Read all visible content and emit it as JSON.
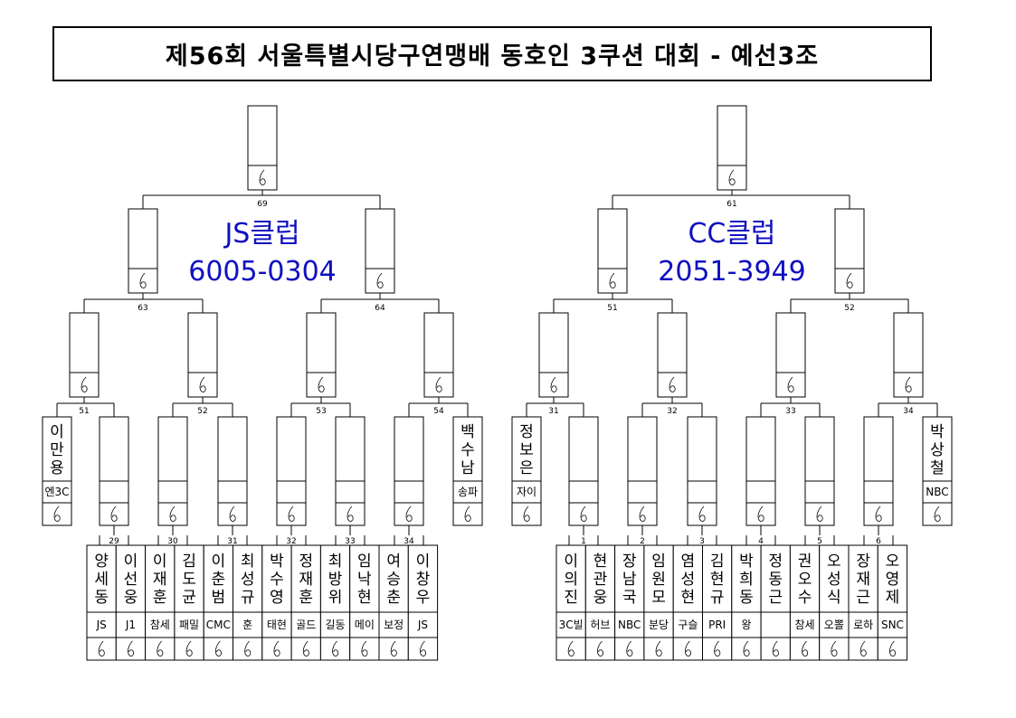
{
  "title": "제56회 서울특별시당구연맹배 동호인 3쿠션 대회 - 예선3조",
  "left_bracket": {
    "club_name": "JS클럽",
    "club_phone": "6005-0304",
    "final_match_no": "69",
    "semi_match_nos": [
      "63",
      "64"
    ],
    "quarter_match_nos": [
      "51",
      "52",
      "53",
      "54"
    ],
    "r16_match_nos": [
      "29",
      "30",
      "31",
      "32",
      "33",
      "34"
    ],
    "bye_players": [
      {
        "name": "이만용",
        "club": "엔3C"
      },
      {
        "name": "백수남",
        "club": "송파"
      }
    ],
    "players": [
      {
        "name": "양세동",
        "club": "JS"
      },
      {
        "name": "이선웅",
        "club": "J1"
      },
      {
        "name": "이재훈",
        "club": "참세"
      },
      {
        "name": "김도균",
        "club": "패밀"
      },
      {
        "name": "이춘범",
        "club": "CMC"
      },
      {
        "name": "최성규",
        "club": "훈"
      },
      {
        "name": "박수영",
        "club": "태현"
      },
      {
        "name": "정재훈",
        "club": "골드"
      },
      {
        "name": "최방위",
        "club": "길동"
      },
      {
        "name": "임낙현",
        "club": "메이"
      },
      {
        "name": "여승춘",
        "club": "보정"
      },
      {
        "name": "이창우",
        "club": "JS"
      }
    ]
  },
  "right_bracket": {
    "club_name": "CC클럽",
    "club_phone": "2051-3949",
    "final_match_no": "61",
    "semi_match_nos": [
      "51",
      "52"
    ],
    "quarter_match_nos": [
      "31",
      "32",
      "33",
      "34"
    ],
    "r16_match_nos": [
      "1",
      "2",
      "3",
      "4",
      "5",
      "6"
    ],
    "bye_players": [
      {
        "name": "정보은",
        "club": "자이"
      },
      {
        "name": "박상철",
        "club": "NBC"
      }
    ],
    "players": [
      {
        "name": "이의진",
        "club": "3C빌"
      },
      {
        "name": "현관웅",
        "club": "허브"
      },
      {
        "name": "장남국",
        "club": "NBC"
      },
      {
        "name": "임원모",
        "club": "분당"
      },
      {
        "name": "염성현",
        "club": "구슬"
      },
      {
        "name": "김현규",
        "club": "PRI"
      },
      {
        "name": "박희동",
        "club": "왕"
      },
      {
        "name": "정동근",
        "club": ""
      },
      {
        "name": "권오수",
        "club": "참세"
      },
      {
        "name": "오성식",
        "club": "오뽈"
      },
      {
        "name": "장재근",
        "club": "로하"
      },
      {
        "name": "오영제",
        "club": "SNC"
      }
    ]
  },
  "icons": {
    "score_mark": "handwritten-6-swirl-icon"
  }
}
